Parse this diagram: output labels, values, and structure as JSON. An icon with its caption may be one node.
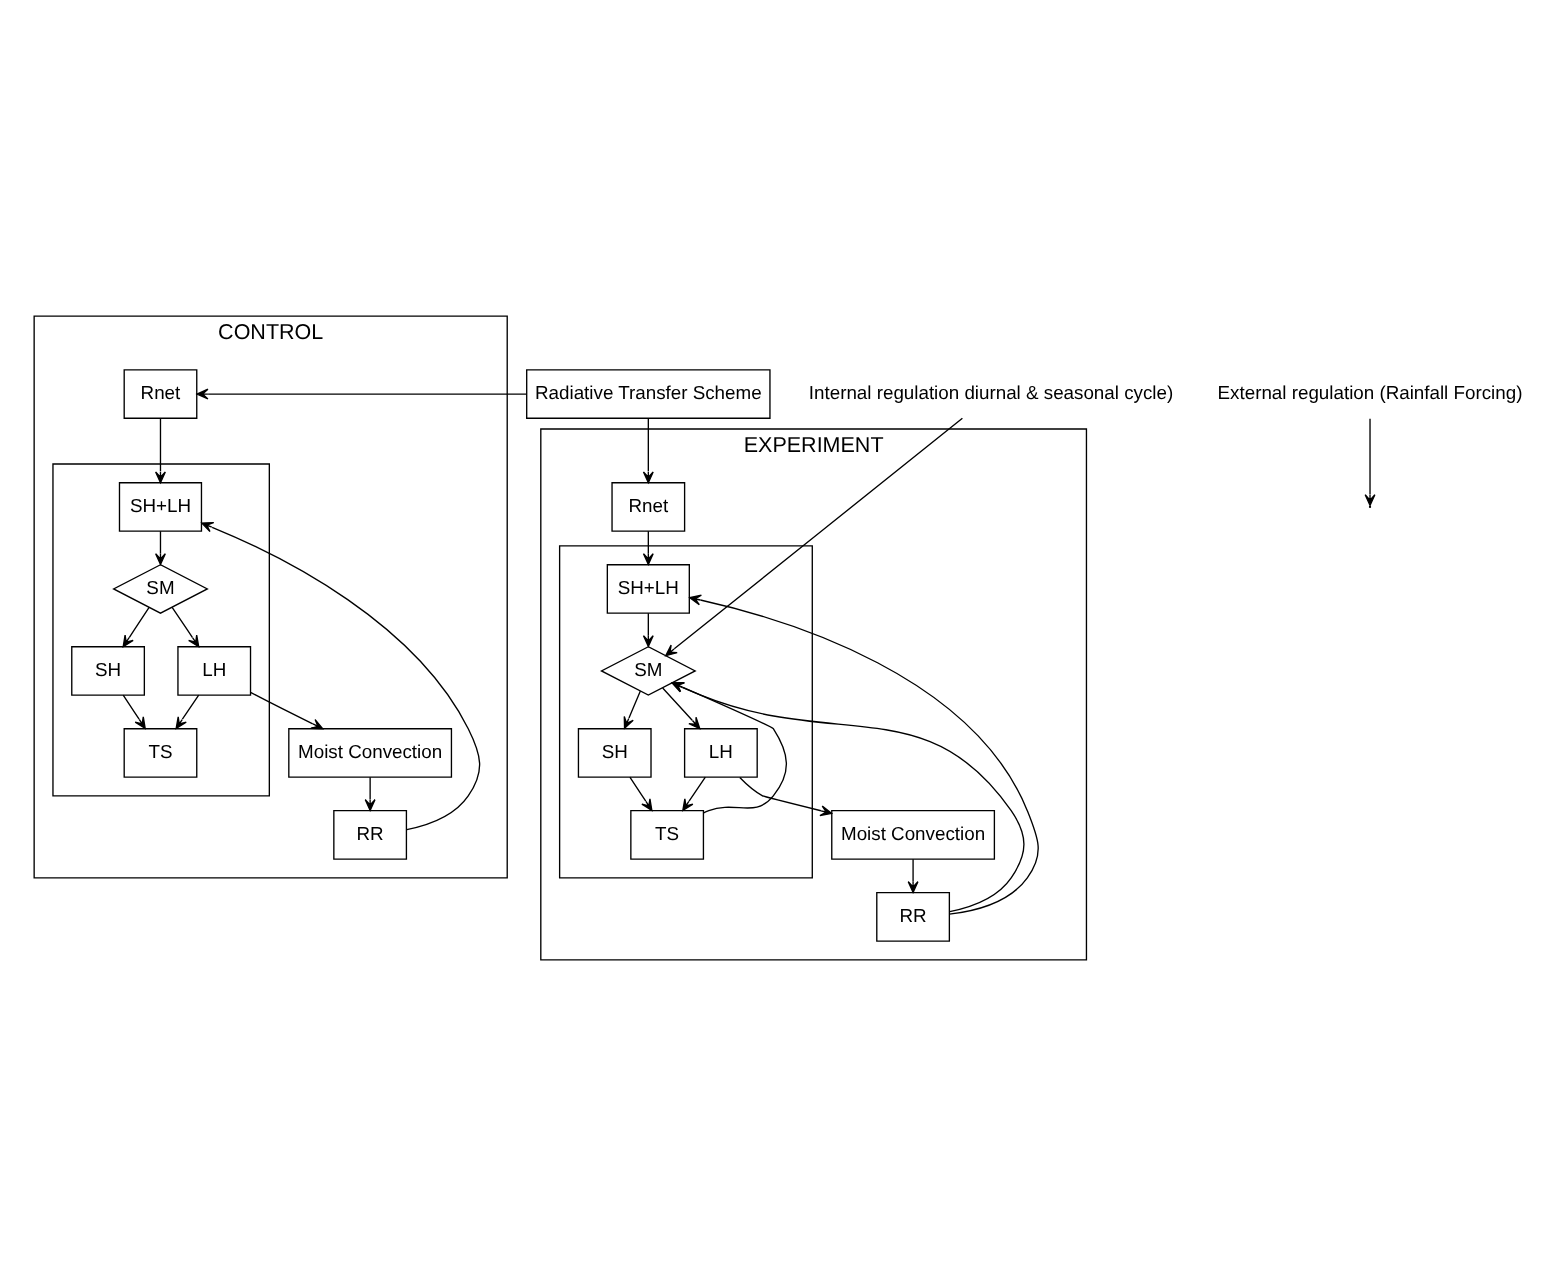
{
  "diagram": {
    "nodes": [
      {
        "text": [
          "CONTROL"
        ]
      },
      {
        "text": [
          "Rnet"
        ],
        "in": 0
      },
      {
        "text": [],
        "shape": "box",
        "in": 0
      },
      {
        "text": [
          "SH+LH"
        ],
        "in": 2
      },
      {
        "text": [
          "SM"
        ],
        "in": 2
      },
      {
        "text": [
          "SH"
        ],
        "in": 2
      },
      {
        "text": [
          "LH"
        ],
        "in": 2
      },
      {
        "text": [
          "TS"
        ],
        "in": 2
      },
      {
        "text": [
          "Moist Convection"
        ],
        "in": 0
      },
      {
        "text": [
          "RR"
        ],
        "in": 0
      },
      {
        "text": [
          "Radiative Transfer Scheme"
        ]
      },
      {
        "text": [
          "EXPERIMENT"
        ]
      },
      {
        "text": [
          "Rnet"
        ],
        "in": 11
      },
      {
        "text": [],
        "shape": "box",
        "in": 11
      },
      {
        "text": [
          "SH+LH"
        ],
        "in": 13
      },
      {
        "text": [
          "SM"
        ],
        "in": 13
      },
      {
        "text": [
          "SH"
        ],
        "in": 13
      },
      {
        "text": [
          "LH"
        ],
        "in": 13
      },
      {
        "text": [
          "TS"
        ],
        "in": 13
      },
      {
        "text": [
          "Moist Convection"
        ],
        "in": 11
      },
      {
        "text": [
          "RR"
        ],
        "in": 11
      },
      {
        "text": [
          "Internal regulation diurnal & seasonal cycle)"
        ]
      },
      {
        "text": [
          "External regulation (Rainfall Forcing)"
        ]
      }
    ],
    "edges": [
      {
        "from": 10,
        "to": 1,
        "arrow": "to"
      },
      {
        "from": 10,
        "to": 12,
        "arrow": "to"
      },
      {
        "from": 1,
        "to": 3,
        "arrow": "to"
      },
      {
        "from": 3,
        "to": 4,
        "arrow": "to"
      },
      {
        "from": 4,
        "to": 5,
        "arrow": "to"
      },
      {
        "from": 4,
        "to": 6,
        "arrow": "to"
      },
      {
        "from": 5,
        "to": 7,
        "arrow": "to"
      },
      {
        "from": 6,
        "to": 7,
        "arrow": "to"
      },
      {
        "from": 6,
        "to": 8,
        "arrow": "to"
      },
      {
        "from": 8,
        "to": 9,
        "arrow": "to"
      },
      {
        "from": 9,
        "to": 3,
        "arrow": "to"
      },
      {
        "from": 12,
        "to": 14,
        "arrow": "to"
      },
      {
        "from": 14,
        "to": 15,
        "arrow": "to"
      },
      {
        "from": 15,
        "to": 16,
        "arrow": "to"
      },
      {
        "from": 15,
        "to": 17,
        "arrow": "to"
      },
      {
        "from": 16,
        "to": 18,
        "arrow": "to"
      },
      {
        "from": 17,
        "to": 18,
        "arrow": "to"
      },
      {
        "from": 17,
        "to": 19,
        "arrow": "to"
      },
      {
        "from": 19,
        "to": 20,
        "arrow": "to"
      },
      {
        "from": 20,
        "to": 14,
        "arrow": "to"
      },
      {
        "from": 21,
        "to": 15,
        "arrow": "to"
      },
      {
        "from": 18,
        "to": 15,
        "arrow": "to"
      },
      {
        "from": 20,
        "to": 15,
        "arrow": "to"
      },
      {
        "from": 22,
        "to": null,
        "arrow": "to"
      }
    ]
  }
}
